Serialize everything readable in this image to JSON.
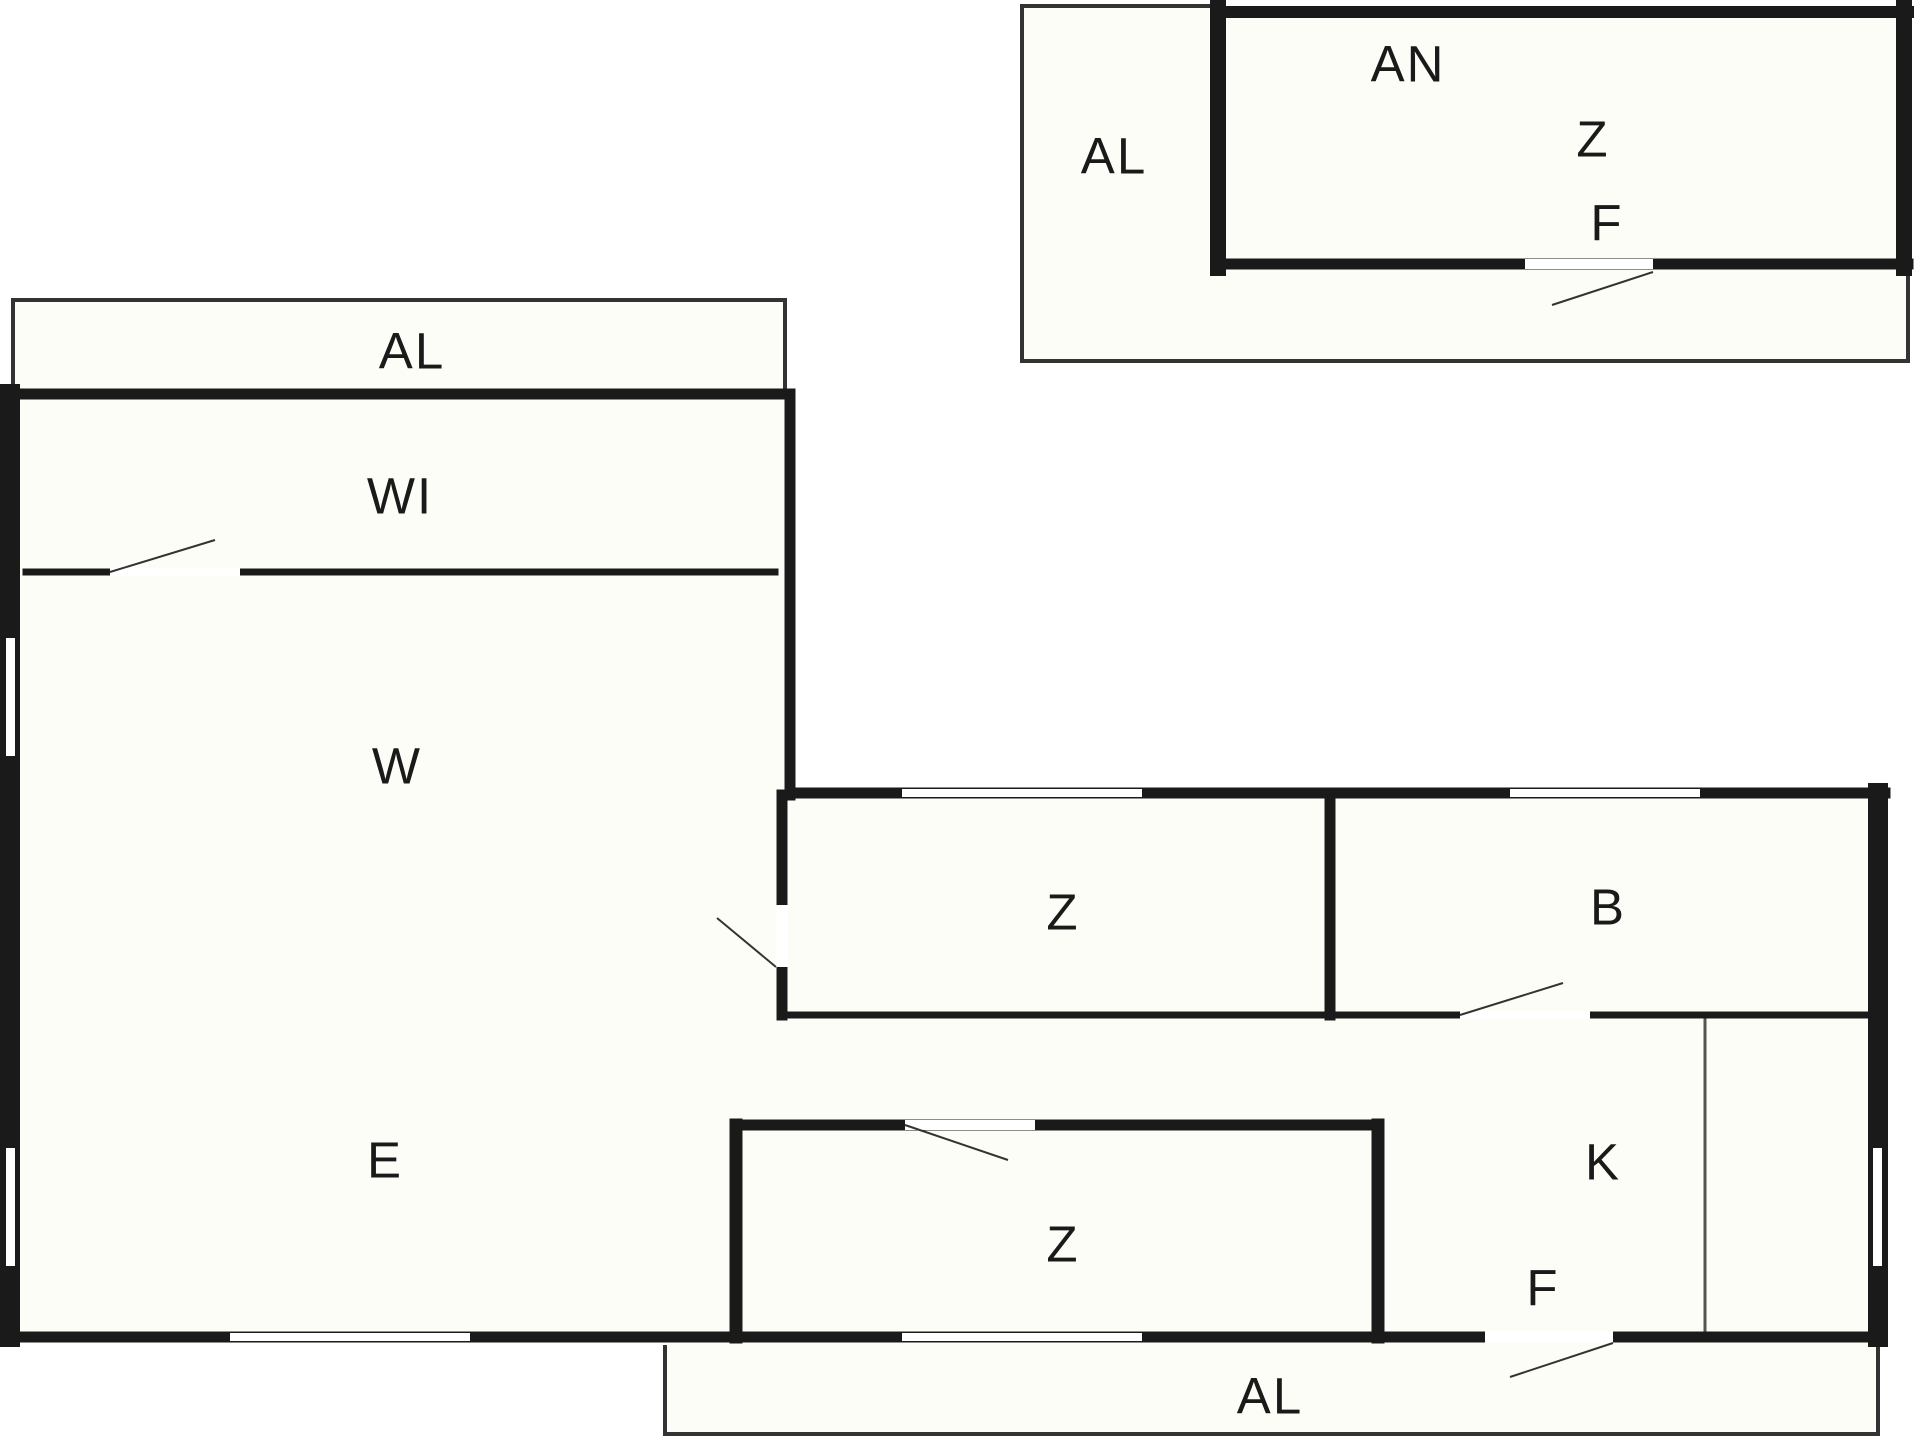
{
  "colors": {
    "floor": "#fdfdf8",
    "wall": "#1a1a1a",
    "thin_wall": "#333333",
    "opening": "#ffffff"
  },
  "rooms": {
    "balcony_top_left": "AL",
    "walkin": "WI",
    "living": "W",
    "entry": "E",
    "bedroom_middle": "Z",
    "bathroom": "B",
    "bedroom_lower": "Z",
    "kitchen": "K",
    "kitchen_extra": "F",
    "balcony_bottom": "AL",
    "annex": "AN",
    "annex_room": "Z",
    "annex_extra": "F",
    "annex_balcony": "AL"
  }
}
